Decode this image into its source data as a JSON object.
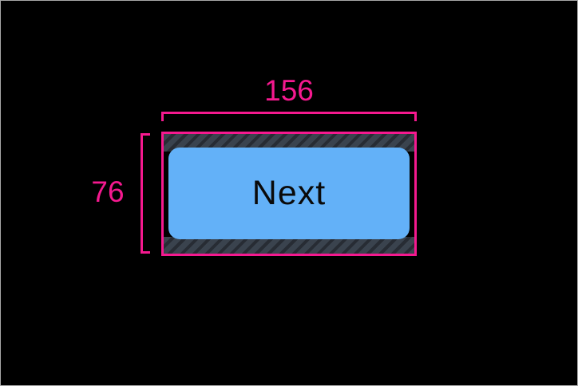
{
  "canvas": {
    "background_color": "#000000",
    "frame_border_color": "#a8a8a8"
  },
  "inspector": {
    "width_label": "156",
    "height_label": "76",
    "annotation_color": "#f5198f",
    "padding_hatch_base_color": "#3a434e",
    "padding_hatch_stripe_color": "#272c34"
  },
  "button": {
    "label": "Next",
    "background_color": "#63b1f8",
    "text_color": "#0a0a0a"
  }
}
